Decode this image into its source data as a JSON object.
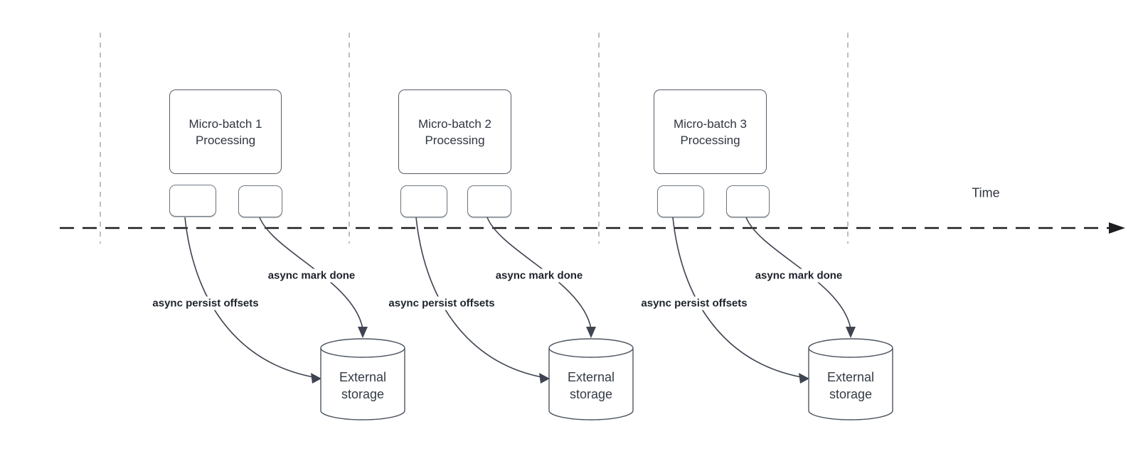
{
  "timeline": {
    "label": "Time"
  },
  "groups": [
    {
      "box_line1": "Micro-batch 1",
      "box_line2": "Processing",
      "persist_label": "async persist offsets",
      "mark_done_label": "async mark done",
      "storage_line1": "External",
      "storage_line2": "storage"
    },
    {
      "box_line1": "Micro-batch 2",
      "box_line2": "Processing",
      "persist_label": "async persist offsets",
      "mark_done_label": "async mark done",
      "storage_line1": "External",
      "storage_line2": "storage"
    },
    {
      "box_line1": "Micro-batch 3",
      "box_line2": "Processing",
      "persist_label": "async persist offsets",
      "mark_done_label": "async mark done",
      "storage_line1": "External",
      "storage_line2": "storage"
    }
  ],
  "colors": {
    "background": "#ffffff",
    "guide_line": "#a7a9ad",
    "timeline": "#1e1e21",
    "connector": "#3e4450",
    "cylinder_stroke": "#4e5560",
    "box_border": "#565d68",
    "label_text": "#1d222b",
    "box_text": "#2f3540"
  }
}
